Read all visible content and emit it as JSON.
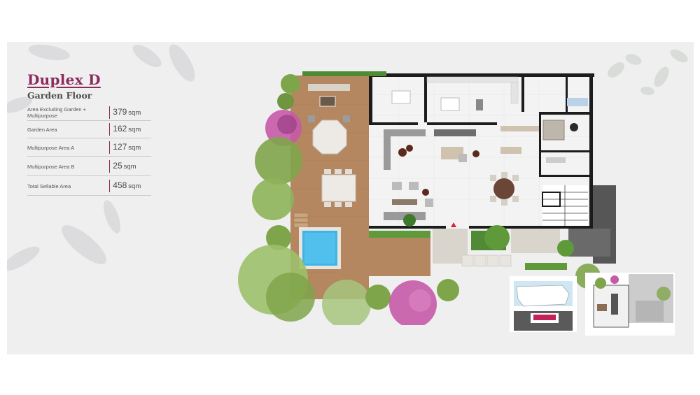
{
  "header": {
    "title": "Duplex D",
    "subtitle": "Garden Floor"
  },
  "areas": [
    {
      "label": "Area Excluding Garden + Multipurpose",
      "value": "379",
      "unit": "sqm"
    },
    {
      "label": "Garden Area",
      "value": "162",
      "unit": "sqm"
    },
    {
      "label": "Multipurpose Area A",
      "value": "127",
      "unit": "sqm"
    },
    {
      "label": "Multipurpose Area B",
      "value": "25",
      "unit": "sqm"
    },
    {
      "label": "Total Sellable Area",
      "value": "458",
      "unit": "sqm"
    }
  ],
  "colors": {
    "accent": "#8c2a5c",
    "deck": "#b58761",
    "pool": "#3fb4e6",
    "wall": "#1c1c1c",
    "floor": "#f3f3f3",
    "tree": "#7fa54a",
    "blossom": "#c55aa8"
  }
}
